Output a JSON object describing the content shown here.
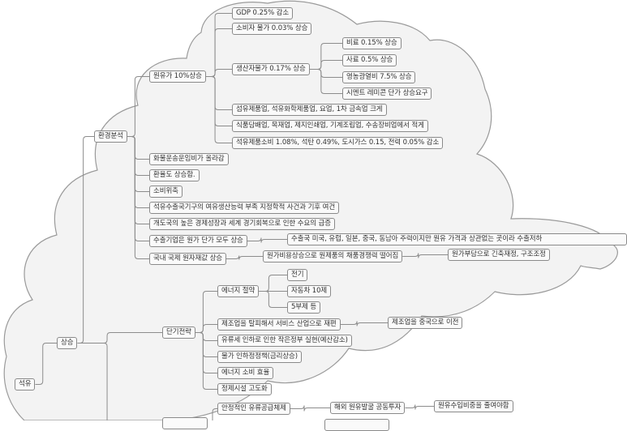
{
  "map": {
    "root": "석유",
    "l1": "상승",
    "env": "환경분석",
    "oil_up": "원유가 10%상승",
    "gdp": "GDP 0.25% 감소",
    "cpi": "소비자 물가 0.03% 상승",
    "ppi": "생산자물가 0.17% 상승",
    "fert": "비료 0.15% 상승",
    "feed": "사료 0.5% 상승",
    "farm": "영농광열비 7.5% 상승",
    "cement": "시멘트 레미콘 단가 상승요구",
    "ind_big": "섬유제품업, 석유화학제품업, 요업, 1차 금속업 크게",
    "ind_small": "식품담배업, 목재업, 제지인쇄업, 기계조립업, 수송장비업에서 적게",
    "consume": "석유제품소비 1.08%, 석탄 0.49%, 도시가스 0.15, 전력 0.05% 감소",
    "freight": "화물운송운임비가 올라감",
    "fx": "환율도 상승함.",
    "shrink": "소비위축",
    "opec": "석유수출국기구의 여유생산능력 부족 지정학적 사건과 기후 여건",
    "demand": "개도국의 높은 경제성장과 세계 경기회복으로 인한 수요의 급증",
    "exporter": "수출기업은 원가 단가 모두 상승",
    "exporter_note": "수출국 미국, 유럽, 일본, 중국, 동남아 주력이지만 원유 가격과 상관없는 곳이라 수출저하",
    "domestic": "국내 국제 원자재값 상승",
    "cost_up": "원가비용상승으로 원제품의 채품경쟁력 떨어짐",
    "cost_note": "원가부담으로 긴축재정, 구조조정",
    "short": "단기전략",
    "energy_save": "에너지 절약",
    "e1": "전기",
    "e2": "자동차 10제",
    "e3": "5부제 등",
    "service": "제조업을 탈피해서 서비스 산업으로 재편",
    "china": "제조업을 중국으로 이전",
    "tax": "유류세 인하로 인한 작은정부 실현(예산감소)",
    "price_policy": "물가 인하정정책(금리상승)",
    "efficiency": "에너지 소비 효율",
    "refinery": "정제시설 고도화",
    "stable": "안정적인 유류공급체제",
    "overseas": "해외 원유발굴 공동투자",
    "import": "원유수입비중을 줄여야함"
  }
}
